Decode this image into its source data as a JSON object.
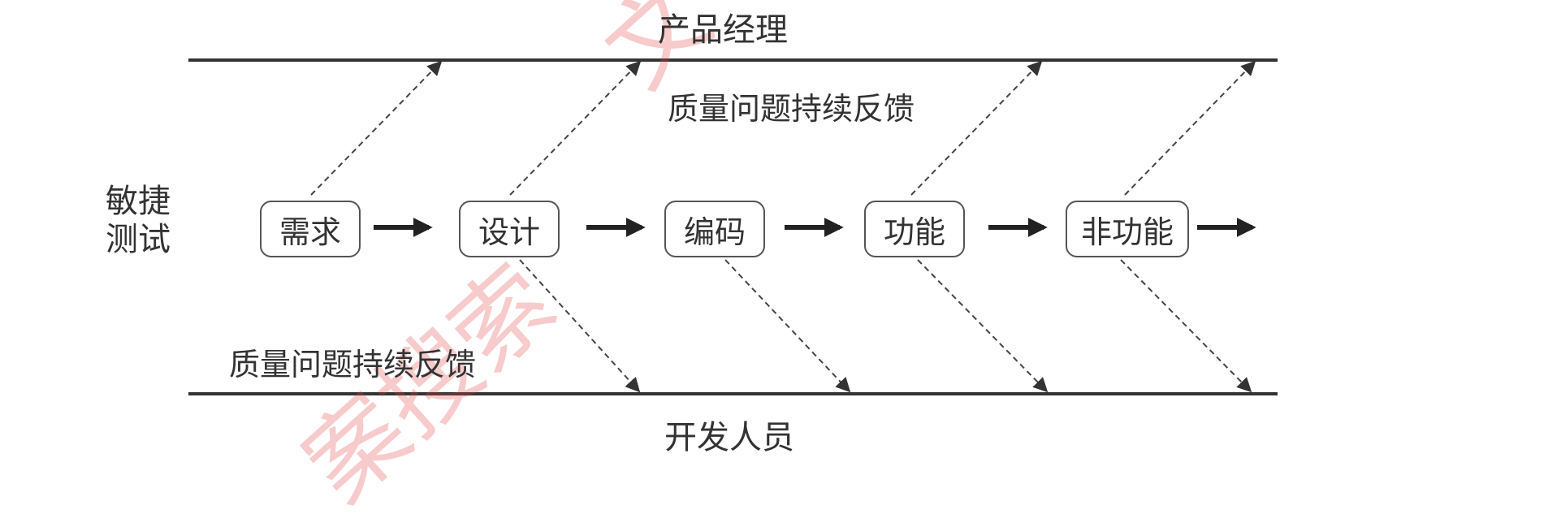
{
  "lanes": {
    "top": "产品经理",
    "bottom": "开发人员"
  },
  "feedback": {
    "top": "质量问题持续反馈",
    "bottom": "质量问题持续反馈"
  },
  "side_label": {
    "line1": "敏捷",
    "line2": "测试"
  },
  "stages": [
    "需求",
    "设计",
    "编码",
    "功能",
    "非功能"
  ],
  "watermark": {
    "fragment1": "文</thinking>",
    "fragment2": "案搜索"
  },
  "colors": {
    "line": "#333333",
    "box_border": "#555555",
    "text": "#333333",
    "watermark": "#e04646"
  }
}
